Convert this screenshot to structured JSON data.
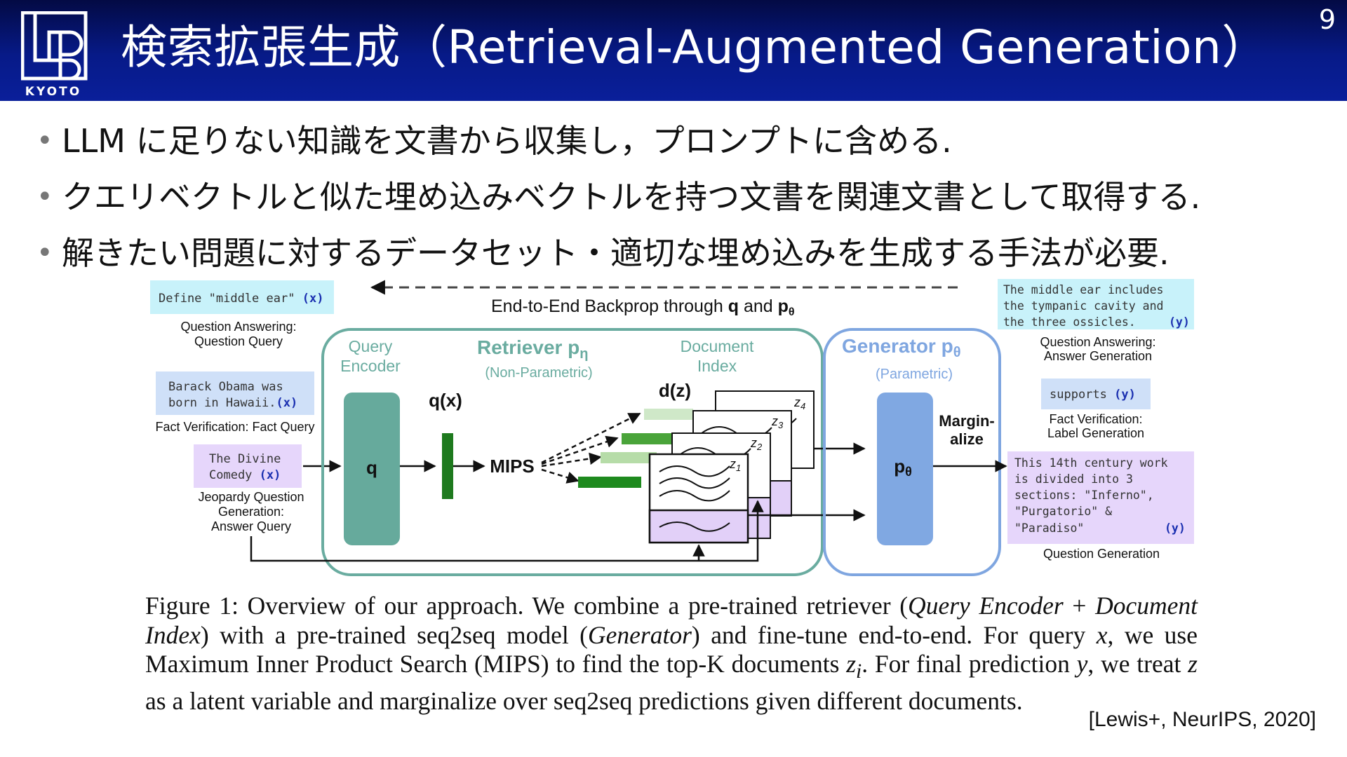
{
  "slide": {
    "title": "検索拡張生成（Retrieval-Augmented Generation）",
    "page_number": "9",
    "logo_text": "KYOTO"
  },
  "bullets": [
    "LLM に足りない知識を文書から収集し，プロンプトに含める.",
    "クエリベクトルと似た埋め込みベクトルを持つ文書を関連文書として取得する.",
    "解きたい問題に対するデータセット・適切な埋め込みを生成する手法が必要."
  ],
  "figure": {
    "backprop_label": "End-to-End Backprop through",
    "backprop_q": "q",
    "backprop_and": "and",
    "backprop_p": "p",
    "backprop_theta": "θ",
    "query_encoder": [
      "Query",
      "Encoder"
    ],
    "retriever_title": "Retriever p",
    "retriever_sub": "η",
    "retriever_note": "(Non-Parametric)",
    "document_index": [
      "Document",
      "Index"
    ],
    "generator_title": "Generator p",
    "generator_sub": "θ",
    "generator_note": "(Parametric)",
    "q_box": "q",
    "qx_label": "q(x)",
    "mips_label": "MIPS",
    "dz_label": "d(z)",
    "p_box": "p",
    "p_sub": "θ",
    "marginalize": [
      "Margin-",
      "alize"
    ],
    "z_labels": [
      "z",
      "z",
      "z",
      "z"
    ],
    "z_subs": [
      "4",
      "3",
      "2",
      "1"
    ],
    "left_inputs": [
      {
        "lines": [
          "Define \"middle ear\""
        ],
        "tag": "(x)",
        "caption": [
          "Question Answering:",
          "Question Query"
        ],
        "color": "#c8f2fa"
      },
      {
        "lines": [
          "Barack Obama was",
          "born in Hawaii."
        ],
        "tag": "(x)",
        "caption": [
          "Fact Verification: Fact Query"
        ],
        "color": "#cfe0f8"
      },
      {
        "lines": [
          "The Divine",
          "Comedy"
        ],
        "tag": "(x)",
        "caption": [
          "Jeopardy Question",
          "Generation:",
          "Answer Query"
        ],
        "color": "#e6d6fb"
      }
    ],
    "right_outputs": [
      {
        "lines": [
          "The middle ear includes",
          "the tympanic cavity and",
          "the three ossicles."
        ],
        "tag": "(y)",
        "caption": [
          "Question Answering:",
          "Answer Generation"
        ],
        "color": "#c8f2fa"
      },
      {
        "lines": [
          "supports"
        ],
        "tag": "(y)",
        "caption": [
          "Fact Verification:",
          "Label Generation"
        ],
        "color": "#cfe0f8"
      },
      {
        "lines": [
          "This 14th century work",
          "is divided into 3",
          "sections: \"Inferno\",",
          "\"Purgatorio\" &",
          "\"Paradiso\""
        ],
        "tag": "(y)",
        "caption": [
          "Question Generation"
        ],
        "color": "#e6d6fb"
      }
    ],
    "caption": {
      "p1": "Figure 1: Overview of our approach. We combine a pre-trained retriever (",
      "i1": "Query Encoder",
      "p2": " + ",
      "i2": "Document Index",
      "p3": ") with a pre-trained seq2seq model (",
      "i3": "Generator",
      "p4": ") and fine-tune end-to-end. For query ",
      "i4": "x",
      "p5": ", we use Maximum Inner Product Search (MIPS) to find the top-K documents ",
      "i5": "z",
      "i5sub": "i",
      "p6": ". For final prediction ",
      "i6": "y",
      "p7": ", we treat ",
      "i7": "z",
      "p8": " as a latent variable and marginalize over seq2seq predictions given different documents."
    }
  },
  "citation": "[Lewis+, NeurIPS, 2020]",
  "colors": {
    "header_dark": "#030a44",
    "header_light": "#0a1f9a",
    "retriever_border": "#6aaca0",
    "generator_border": "#7fa6e0",
    "encoder_fill": "#66aa9c",
    "generator_fill": "#80a8e2",
    "green_dark": "#1e8a1e",
    "green_light": "#cfe8c8"
  }
}
